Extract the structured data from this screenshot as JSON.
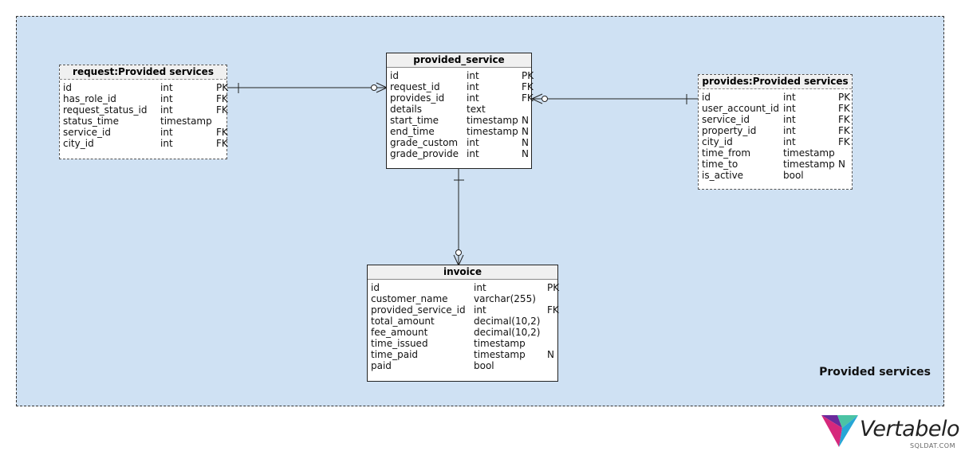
{
  "subject_area": {
    "title": "Provided services"
  },
  "tables": {
    "request": {
      "name": "request:Provided services",
      "columns": [
        {
          "name": "id",
          "type": "int",
          "key": "PK"
        },
        {
          "name": "has_role_id",
          "type": "int",
          "key": "FK"
        },
        {
          "name": "request_status_id",
          "type": "int",
          "key": "FK"
        },
        {
          "name": "status_time",
          "type": "timestamp",
          "key": ""
        },
        {
          "name": "service_id",
          "type": "int",
          "key": "FK"
        },
        {
          "name": "city_id",
          "type": "int",
          "key": "FK"
        }
      ]
    },
    "provided_service": {
      "name": "provided_service",
      "columns": [
        {
          "name": "id",
          "type": "int",
          "key": "PK"
        },
        {
          "name": "request_id",
          "type": "int",
          "key": "FK"
        },
        {
          "name": "provides_id",
          "type": "int",
          "key": "FK"
        },
        {
          "name": "details",
          "type": "text",
          "key": ""
        },
        {
          "name": "start_time",
          "type": "timestamp",
          "key": "N"
        },
        {
          "name": "end_time",
          "type": "timestamp",
          "key": "N"
        },
        {
          "name": "grade_custom",
          "type": "int",
          "key": "N"
        },
        {
          "name": "grade_provide",
          "type": "int",
          "key": "N"
        }
      ]
    },
    "provides": {
      "name": "provides:Provided services",
      "columns": [
        {
          "name": "id",
          "type": "int",
          "key": "PK"
        },
        {
          "name": "user_account_id",
          "type": "int",
          "key": "FK"
        },
        {
          "name": "service_id",
          "type": "int",
          "key": "FK"
        },
        {
          "name": "property_id",
          "type": "int",
          "key": "FK"
        },
        {
          "name": "city_id",
          "type": "int",
          "key": "FK"
        },
        {
          "name": "time_from",
          "type": "timestamp",
          "key": ""
        },
        {
          "name": "time_to",
          "type": "timestamp",
          "key": "N"
        },
        {
          "name": "is_active",
          "type": "bool",
          "key": ""
        }
      ]
    },
    "invoice": {
      "name": "invoice",
      "columns": [
        {
          "name": "id",
          "type": "int",
          "key": "PK"
        },
        {
          "name": "customer_name",
          "type": "varchar(255)",
          "key": ""
        },
        {
          "name": "provided_service_id",
          "type": "int",
          "key": "FK"
        },
        {
          "name": "total_amount",
          "type": "decimal(10,2)",
          "key": ""
        },
        {
          "name": "fee_amount",
          "type": "decimal(10,2)",
          "key": ""
        },
        {
          "name": "time_issued",
          "type": "timestamp",
          "key": ""
        },
        {
          "name": "time_paid",
          "type": "timestamp",
          "key": "N"
        },
        {
          "name": "paid",
          "type": "bool",
          "key": ""
        }
      ]
    }
  },
  "logo": {
    "name": "Vertabelo",
    "sub": "SQLDAT.COM",
    "colors": [
      "#6a2a9c",
      "#d6287c",
      "#27a6d6",
      "#4bc3a4"
    ]
  },
  "colors": {
    "area_background": "#cfe1f3",
    "line": "#222222"
  }
}
